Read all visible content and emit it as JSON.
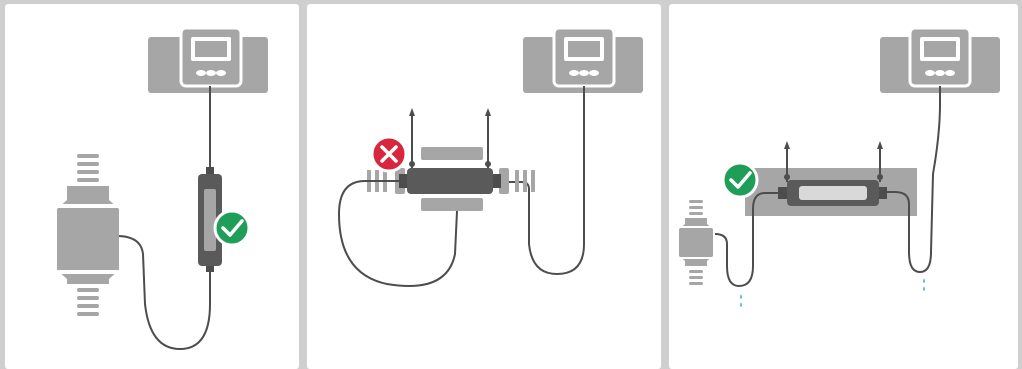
{
  "diagram": {
    "panels": [
      {
        "id": "panel-1",
        "status": "correct",
        "status_icon": "check-icon"
      },
      {
        "id": "panel-2",
        "status": "incorrect",
        "status_icon": "cross-icon"
      },
      {
        "id": "panel-3",
        "status": "correct",
        "status_icon": "check-icon"
      }
    ],
    "colors": {
      "background": "#cfcfcf",
      "panel": "#ffffff",
      "device": "#a6a6a6",
      "device_dark": "#8f8f8f",
      "sensor": "#5a5a5a",
      "cable": "#4d4d4d",
      "correct": "#1e9e59",
      "incorrect": "#d7263d",
      "water": "#5db6e6"
    }
  }
}
